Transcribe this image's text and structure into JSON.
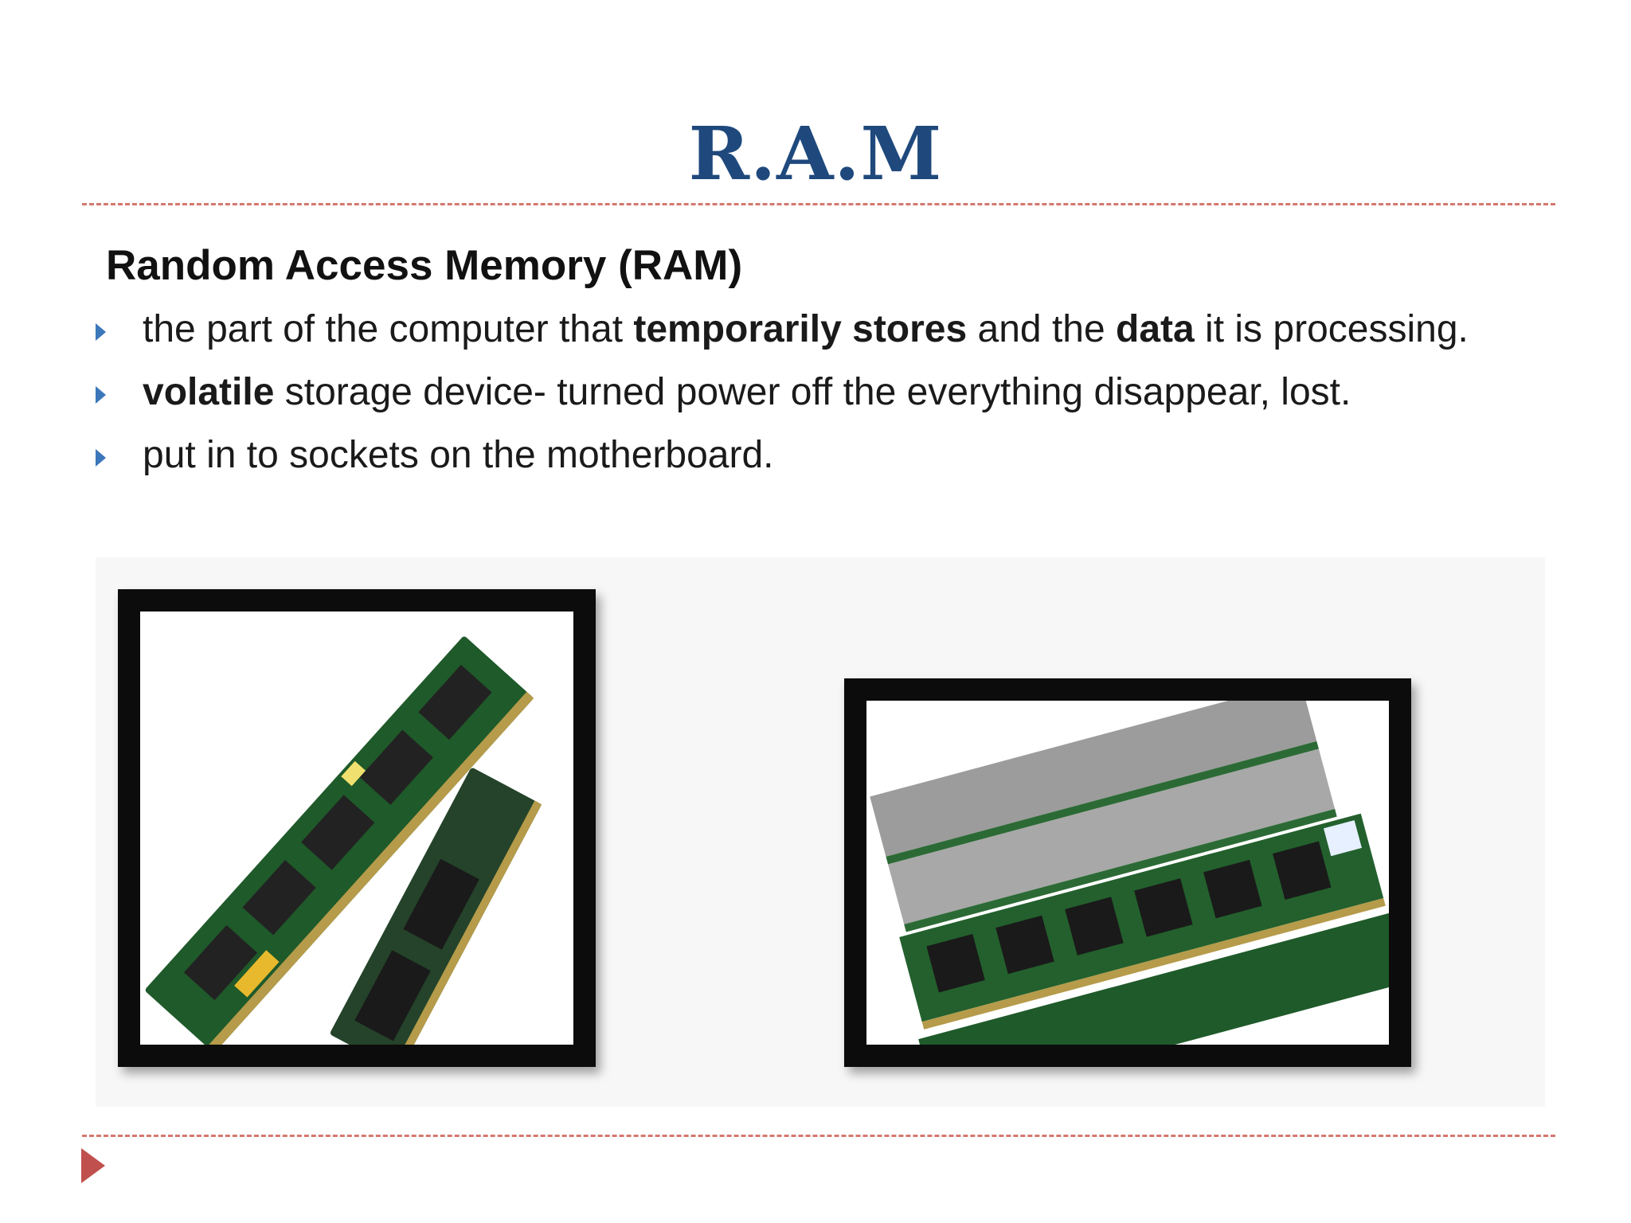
{
  "slide": {
    "title": "R.A.M",
    "subtitle": "Random Access Memory (RAM)",
    "bullets": [
      {
        "parts": [
          {
            "text": "the part of the computer that ",
            "bold": false
          },
          {
            "text": "temporarily stores",
            "bold": true
          },
          {
            "text": " and the ",
            "bold": false
          },
          {
            "text": "data",
            "bold": true
          },
          {
            "text": " it is processing.",
            "bold": false
          }
        ]
      },
      {
        "parts": [
          {
            "text": "volatile",
            "bold": true
          },
          {
            "text": " storage device- turned power off the everything disappear, lost.",
            "bold": false
          }
        ]
      },
      {
        "parts": [
          {
            "text": "put in to sockets on the motherboard.",
            "bold": false
          }
        ]
      }
    ],
    "icons": {
      "bullet": "triangle-right-icon",
      "nav": "next-slide-icon"
    },
    "colors": {
      "title": "#1f497d",
      "rule": "#d4786f",
      "bullet": "#3b77ba",
      "nav_arrow": "#c0504d",
      "pcb_green": "#1f5a2a"
    }
  }
}
